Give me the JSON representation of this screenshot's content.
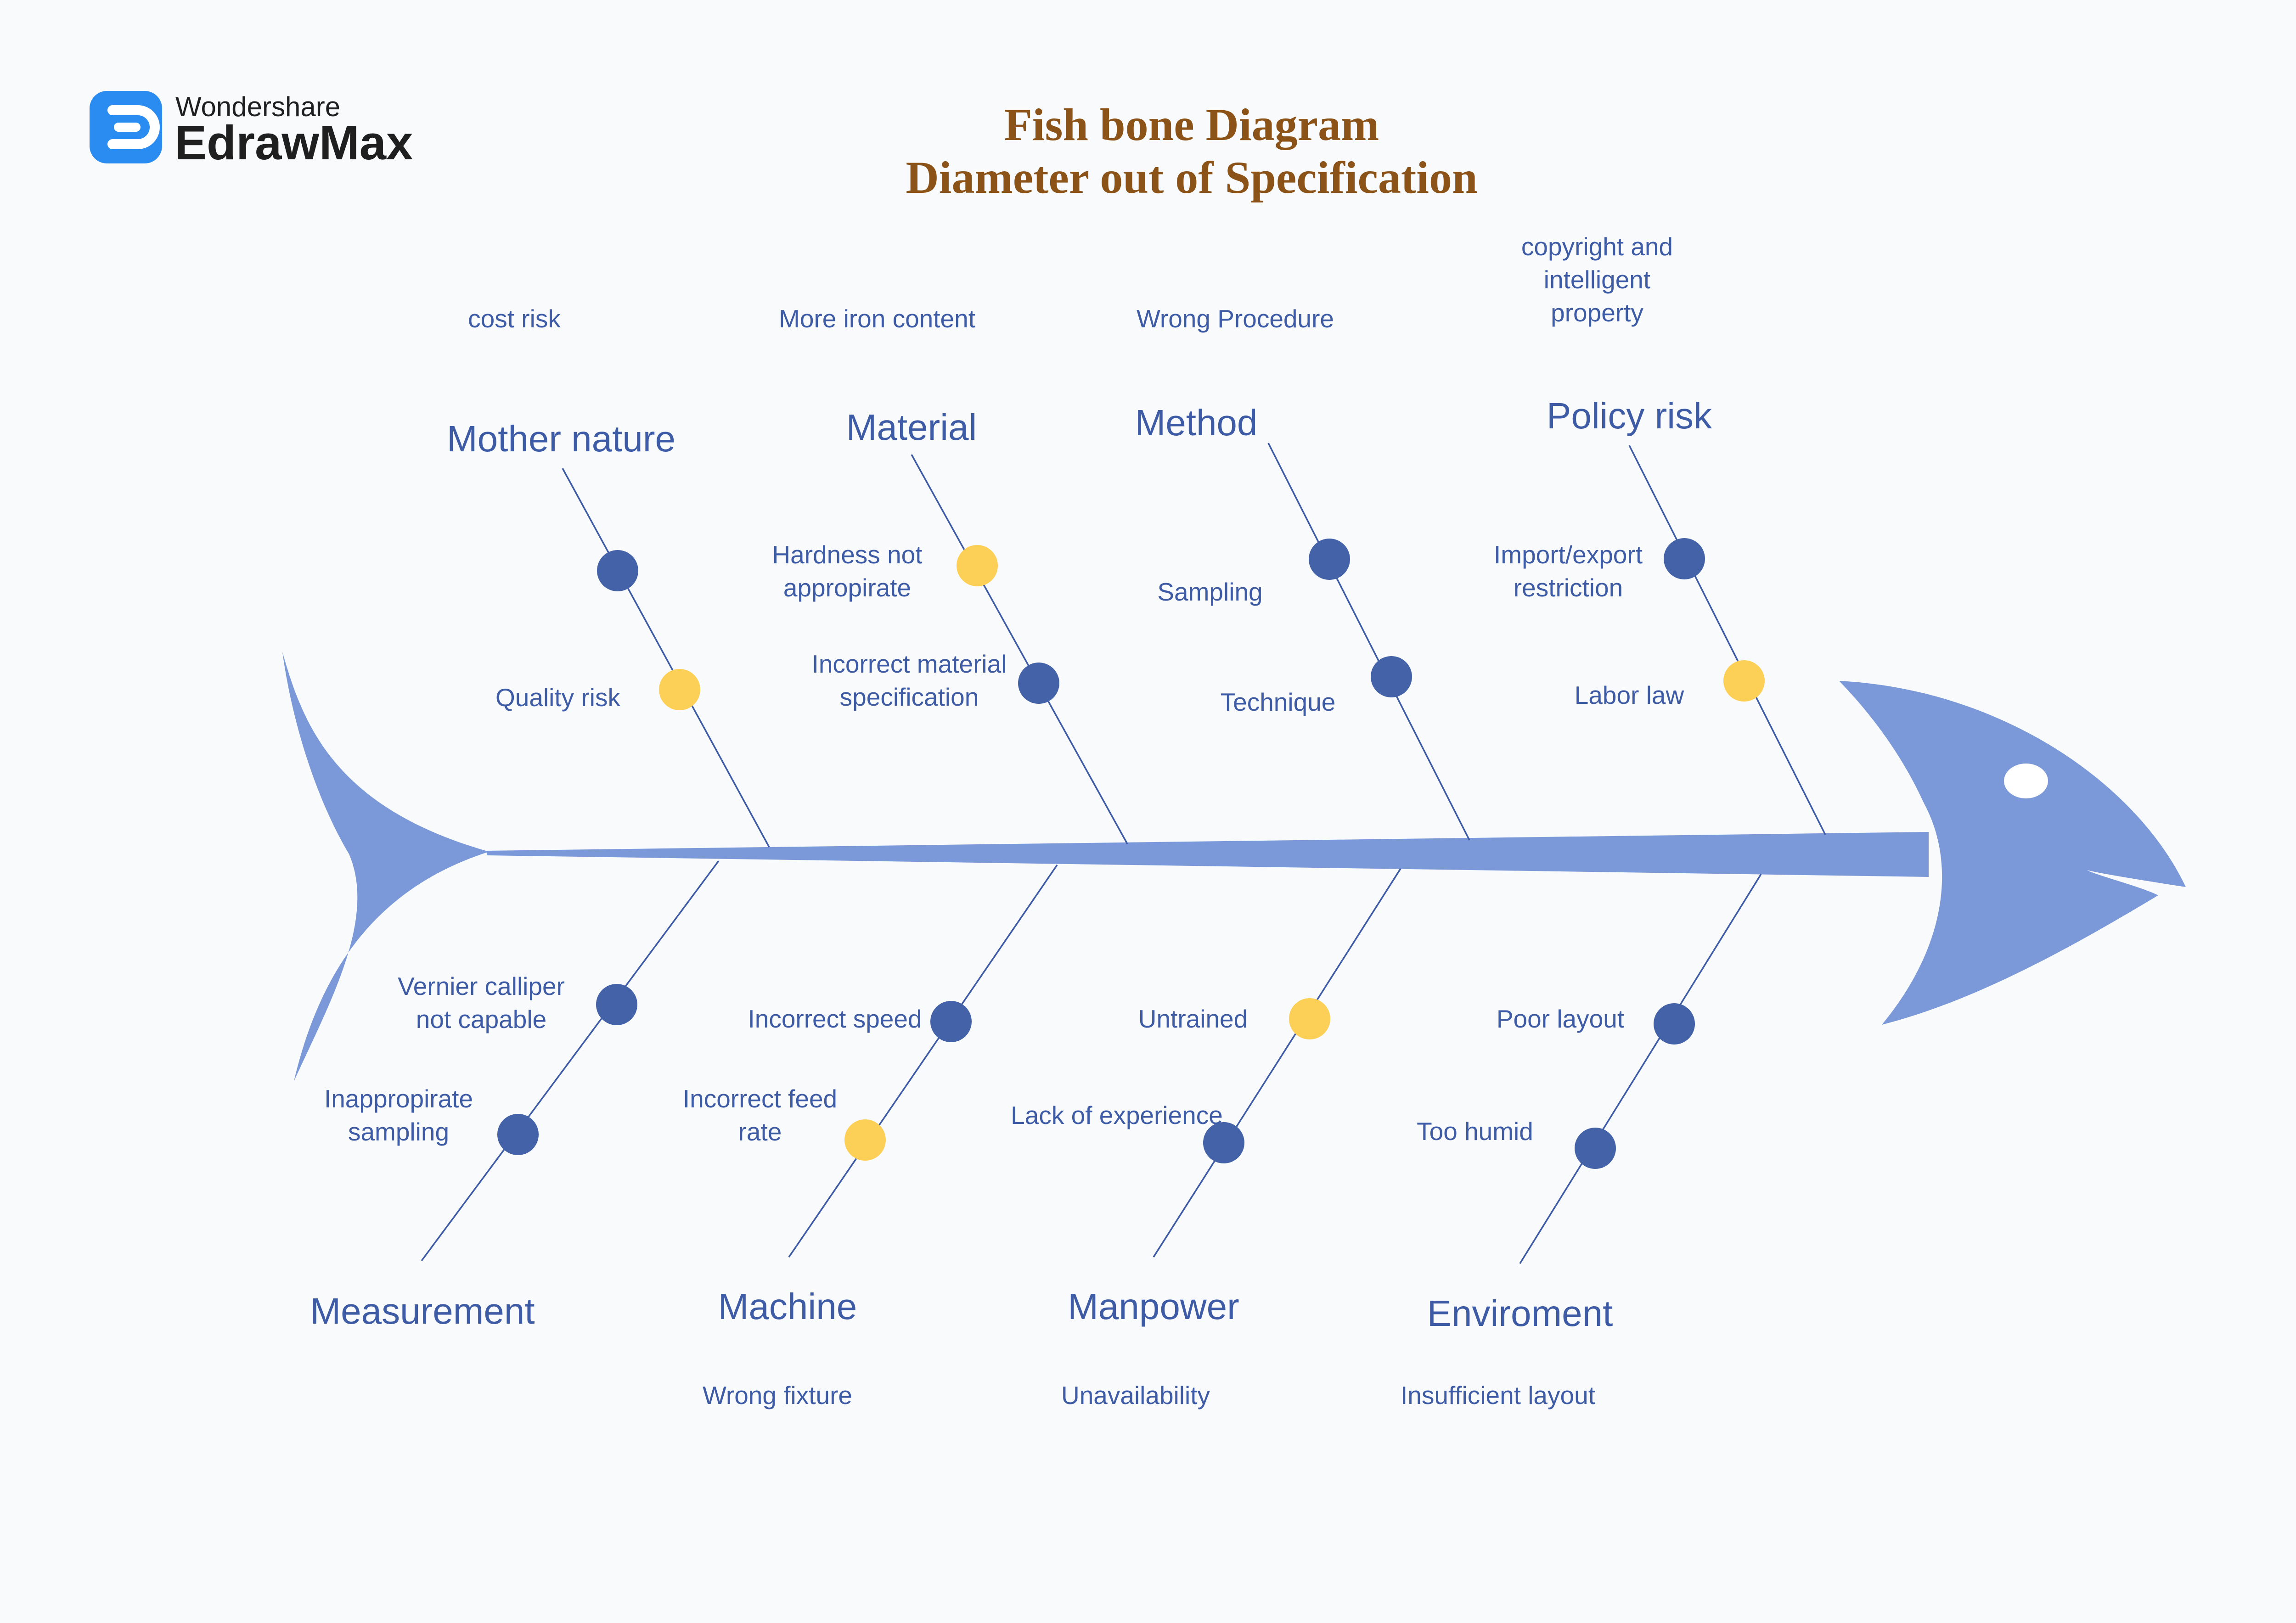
{
  "logo": {
    "brand_line": "Wondershare",
    "product_line": "EdrawMax"
  },
  "title": {
    "line1": "Fish bone Diagram",
    "line2": "Diameter out of Specification"
  },
  "categories": {
    "top": [
      {
        "name": "Mother nature",
        "note": "cost risk",
        "causes": [
          {
            "text": "",
            "dot": "blue"
          },
          {
            "text": "Quality risk",
            "dot": "yellow"
          }
        ]
      },
      {
        "name": "Material",
        "note": "More iron content",
        "causes": [
          {
            "text": "Hardness not appropirate",
            "dot": "yellow"
          },
          {
            "text": "Incorrect material specification",
            "dot": "blue"
          }
        ]
      },
      {
        "name": "Method",
        "note": "Wrong Procedure",
        "causes": [
          {
            "text": "Sampling",
            "dot": "blue"
          },
          {
            "text": "Technique",
            "dot": "blue"
          }
        ]
      },
      {
        "name": "Policy risk",
        "note": "copyright and intelligent property",
        "causes": [
          {
            "text": "Import/export restriction",
            "dot": "blue"
          },
          {
            "text": "Labor law",
            "dot": "yellow"
          }
        ]
      }
    ],
    "bottom": [
      {
        "name": "Measurement",
        "note": "",
        "causes": [
          {
            "text": "Vernier calliper not capable",
            "dot": "blue"
          },
          {
            "text": "Inappropirate sampling",
            "dot": "blue"
          }
        ]
      },
      {
        "name": "Machine",
        "note": "Wrong fixture",
        "causes": [
          {
            "text": "Incorrect speed",
            "dot": "blue"
          },
          {
            "text": "Incorrect feed rate",
            "dot": "yellow"
          }
        ]
      },
      {
        "name": "Manpower",
        "note": "Unavailability",
        "causes": [
          {
            "text": "Untrained",
            "dot": "yellow"
          },
          {
            "text": "Lack of experience",
            "dot": "blue"
          }
        ]
      },
      {
        "name": "Enviroment",
        "note": "Insufficient layout",
        "causes": [
          {
            "text": "Poor layout",
            "dot": "blue"
          },
          {
            "text": "Too humid",
            "dot": "blue"
          }
        ]
      }
    ]
  },
  "colors": {
    "fish": "#7b99d9",
    "bone": "#3e5ba6",
    "dot_blue": "#4462a8",
    "dot_yellow": "#fccf56",
    "title": "#8b5317",
    "text": "#3e5ba6",
    "logo_blue": "#2a8cf0"
  },
  "icons": [
    "edrawmax-logo-icon",
    "fish-eye-icon"
  ]
}
